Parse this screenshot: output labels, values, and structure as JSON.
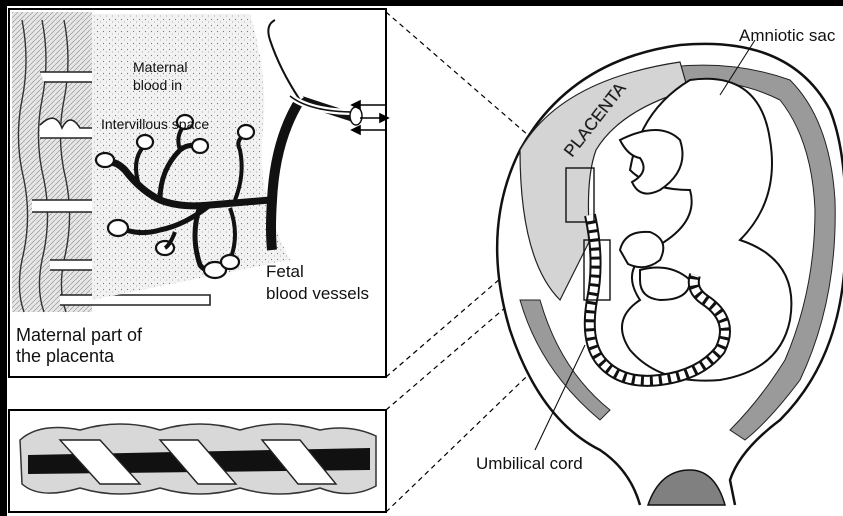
{
  "labels": {
    "maternal_blood_in_line1": "Maternal",
    "maternal_blood_in_line2": "blood in",
    "intervillous_space": "Intervillous space",
    "fetal_vessels_line1": "Fetal",
    "fetal_vessels_line2": "blood vessels",
    "maternal_part_line1": "Maternal part of",
    "maternal_part_line2": "the placenta",
    "amniotic_sac": "Amniotic sac",
    "placenta": "PLACENTA",
    "umbilical_cord": "Umbilical cord"
  }
}
